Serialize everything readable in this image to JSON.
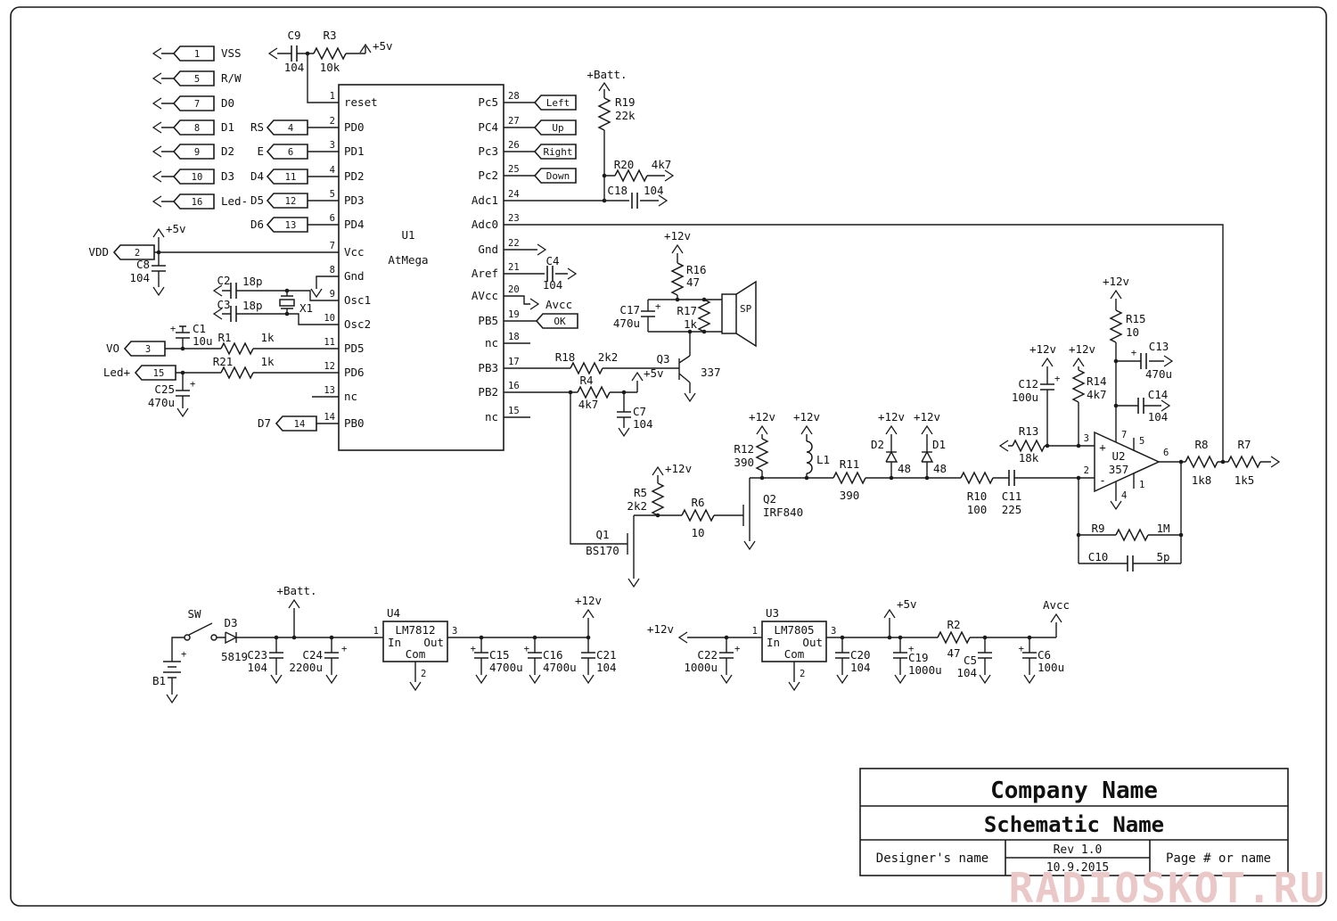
{
  "power": {
    "p5v": "+5v",
    "p12v": "+12v",
    "batt": "+Batt.",
    "avcc": "Avcc"
  },
  "misc": {
    "sp": "SP",
    "x1": "X1",
    "l1": "L1",
    "b1": "B1",
    "sw": "SW",
    "plus": "+"
  },
  "u1": {
    "ref": "U1",
    "name": "AtMega",
    "left": [
      {
        "n": "1",
        "t": "reset"
      },
      {
        "n": "2",
        "t": "PD0"
      },
      {
        "n": "3",
        "t": "PD1"
      },
      {
        "n": "4",
        "t": "PD2"
      },
      {
        "n": "5",
        "t": "PD3"
      },
      {
        "n": "6",
        "t": "PD4"
      },
      {
        "n": "7",
        "t": "Vcc"
      },
      {
        "n": "8",
        "t": "Gnd"
      },
      {
        "n": "9",
        "t": "Osc1"
      },
      {
        "n": "10",
        "t": "Osc2"
      },
      {
        "n": "11",
        "t": "PD5"
      },
      {
        "n": "12",
        "t": "PD6"
      },
      {
        "n": "13",
        "t": "nc"
      },
      {
        "n": "14",
        "t": "PB0"
      }
    ],
    "right": [
      {
        "n": "28",
        "t": "Pc5"
      },
      {
        "n": "27",
        "t": "PC4"
      },
      {
        "n": "26",
        "t": "Pc3"
      },
      {
        "n": "25",
        "t": "Pc2"
      },
      {
        "n": "24",
        "t": "Adc1"
      },
      {
        "n": "23",
        "t": "Adc0"
      },
      {
        "n": "22",
        "t": "Gnd"
      },
      {
        "n": "21",
        "t": "Aref"
      },
      {
        "n": "20",
        "t": "AVcc"
      },
      {
        "n": "19",
        "t": "PB5"
      },
      {
        "n": "18",
        "t": "nc"
      },
      {
        "n": "17",
        "t": "PB3"
      },
      {
        "n": "16",
        "t": "PB2"
      },
      {
        "n": "15",
        "t": "nc"
      }
    ]
  },
  "conn_a": [
    {
      "n": "1",
      "t": "VSS"
    },
    {
      "n": "5",
      "t": "R/W"
    },
    {
      "n": "7",
      "t": "D0"
    },
    {
      "n": "8",
      "t": "D1"
    },
    {
      "n": "9",
      "t": "D2"
    },
    {
      "n": "10",
      "t": "D3"
    },
    {
      "n": "16",
      "t": "Led-"
    }
  ],
  "conn_b": [
    {
      "t": "RS",
      "n": "4"
    },
    {
      "t": "E",
      "n": "6"
    },
    {
      "t": "D4",
      "n": "11"
    },
    {
      "t": "D5",
      "n": "12"
    },
    {
      "t": "D6",
      "n": "13"
    }
  ],
  "conn_c": [
    {
      "t": "VDD",
      "n": "2"
    },
    {
      "t": "VO",
      "n": "3"
    },
    {
      "t": "Led+",
      "n": "15"
    },
    {
      "t": "D7",
      "n": "14"
    }
  ],
  "buttons": {
    "left": "Left",
    "up": "Up",
    "right": "Right",
    "down": "Down",
    "ok": "OK"
  },
  "opamp": {
    "ref": "U2",
    "val": "357",
    "plus": "+",
    "minus": "-",
    "p1": "1",
    "p2": "2",
    "p3": "3",
    "p4": "4",
    "p5": "5",
    "p6": "6",
    "p7": "7"
  },
  "regs": {
    "u4": {
      "ref": "U4",
      "name": "LM7812",
      "pin_in": "In",
      "pin_out": "Out",
      "pin_com": "Com",
      "p1": "1",
      "p2": "2",
      "p3": "3"
    },
    "u3": {
      "ref": "U3",
      "name": "LM7805",
      "pin_in": "In",
      "pin_out": "Out",
      "pin_com": "Com",
      "p1": "1",
      "p2": "2",
      "p3": "3"
    }
  },
  "parts": {
    "c9": {
      "r": "C9",
      "v": "104"
    },
    "r3": {
      "r": "R3",
      "v": "10k"
    },
    "r19": {
      "r": "R19",
      "v": "22k"
    },
    "r20": {
      "r": "R20",
      "v": "4k7"
    },
    "c18": {
      "r": "C18",
      "v": "104"
    },
    "c8": {
      "r": "C8",
      "v": "104"
    },
    "c2": {
      "r": "C2",
      "v": "18p"
    },
    "c3": {
      "r": "C3",
      "v": "18p"
    },
    "c1": {
      "r": "C1",
      "v": "10u"
    },
    "r1": {
      "r": "R1",
      "v": "1k"
    },
    "r21": {
      "r": "R21",
      "v": "1k"
    },
    "c25": {
      "r": "C25",
      "v": "470u"
    },
    "c4": {
      "r": "C4",
      "v": "104"
    },
    "r16": {
      "r": "R16",
      "v": "47"
    },
    "c17": {
      "r": "C17",
      "v": "470u"
    },
    "r17": {
      "r": "R17",
      "v": "1k"
    },
    "q3": {
      "r": "Q3",
      "v": "337"
    },
    "r18": {
      "r": "R18",
      "v": "2k2"
    },
    "r4": {
      "r": "R4",
      "v": "4k7"
    },
    "c7": {
      "r": "C7",
      "v": "104"
    },
    "r5": {
      "r": "R5",
      "v": "2k2"
    },
    "r6": {
      "r": "R6",
      "v": "10"
    },
    "q1": {
      "r": "Q1",
      "v": "BS170"
    },
    "q2": {
      "r": "Q2",
      "v": "IRF840"
    },
    "r12": {
      "r": "R12",
      "v": "390"
    },
    "r11": {
      "r": "R11",
      "v": "390"
    },
    "d2": {
      "r": "D2",
      "v": "48"
    },
    "d1": {
      "r": "D1",
      "v": "48"
    },
    "r10": {
      "r": "R10",
      "v": "100"
    },
    "c11": {
      "r": "C11",
      "v": "225"
    },
    "c12": {
      "r": "C12",
      "v": "100u"
    },
    "r14": {
      "r": "R14",
      "v": "4k7"
    },
    "r13": {
      "r": "R13",
      "v": "18k"
    },
    "r15": {
      "r": "R15",
      "v": "10"
    },
    "c13": {
      "r": "C13",
      "v": "470u"
    },
    "c14": {
      "r": "C14",
      "v": "104"
    },
    "r8": {
      "r": "R8",
      "v": "1k8"
    },
    "r7": {
      "r": "R7",
      "v": "1k5"
    },
    "r9": {
      "r": "R9",
      "v": "1M"
    },
    "c10": {
      "r": "C10",
      "v": "5p"
    },
    "d3": {
      "r": "D3",
      "v": "5819"
    },
    "c23": {
      "r": "C23",
      "v": "104"
    },
    "c24": {
      "r": "C24",
      "v": "2200u"
    },
    "c15": {
      "r": "C15",
      "v": "4700u"
    },
    "c16": {
      "r": "C16",
      "v": "4700u"
    },
    "c21": {
      "r": "C21",
      "v": "104"
    },
    "c22": {
      "r": "C22",
      "v": "1000u"
    },
    "c20": {
      "r": "C20",
      "v": "104"
    },
    "c19": {
      "r": "C19",
      "v": "1000u"
    },
    "r2": {
      "r": "R2",
      "v": "47"
    },
    "c5": {
      "r": "C5",
      "v": "104"
    },
    "c6": {
      "r": "C6",
      "v": "100u"
    }
  },
  "title_block": {
    "company": "Company Name",
    "schematic": "Schematic Name",
    "designer": "Designer's name",
    "rev": "Rev 1.0",
    "date": "10.9.2015",
    "page": "Page # or name"
  },
  "watermark": "RADIOSKOT.RU"
}
